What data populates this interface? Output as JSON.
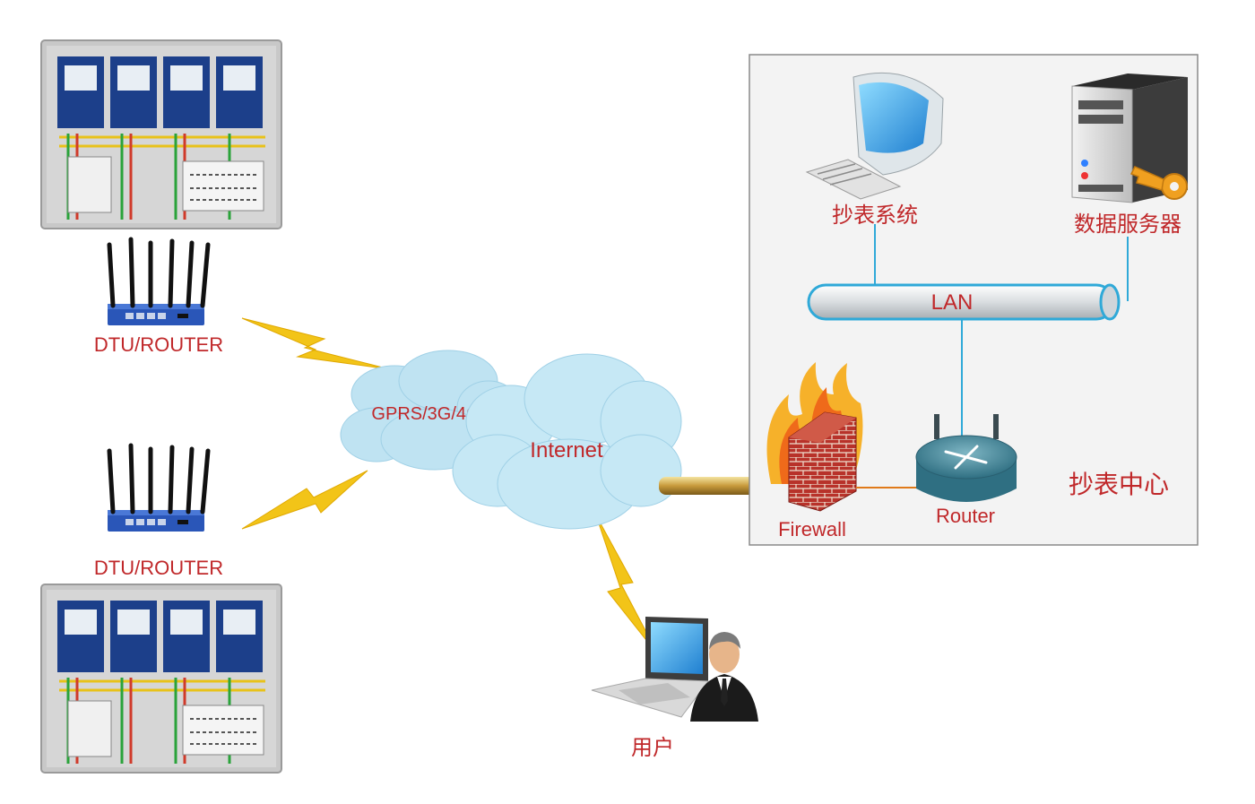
{
  "diagram": {
    "devices": {
      "dtu_top_label": "DTU/ROUTER",
      "dtu_bottom_label": "DTU/ROUTER"
    },
    "network": {
      "wireless_label": "GPRS/3G/4G",
      "internet_label": "Internet"
    },
    "center": {
      "title": "抄表中心",
      "meter_system_label": "抄表系统",
      "data_server_label": "数据服务器",
      "lan_label": "LAN",
      "firewall_label": "Firewall",
      "router_label": "Router"
    },
    "user": {
      "label": "用户"
    },
    "colors": {
      "label_red": "#c0282a",
      "lightning_yellow": "#f2c418",
      "cloud_blue": "#bfe3f2",
      "lan_line": "#2fa9d8",
      "meter_blue": "#1c3f8a"
    }
  }
}
